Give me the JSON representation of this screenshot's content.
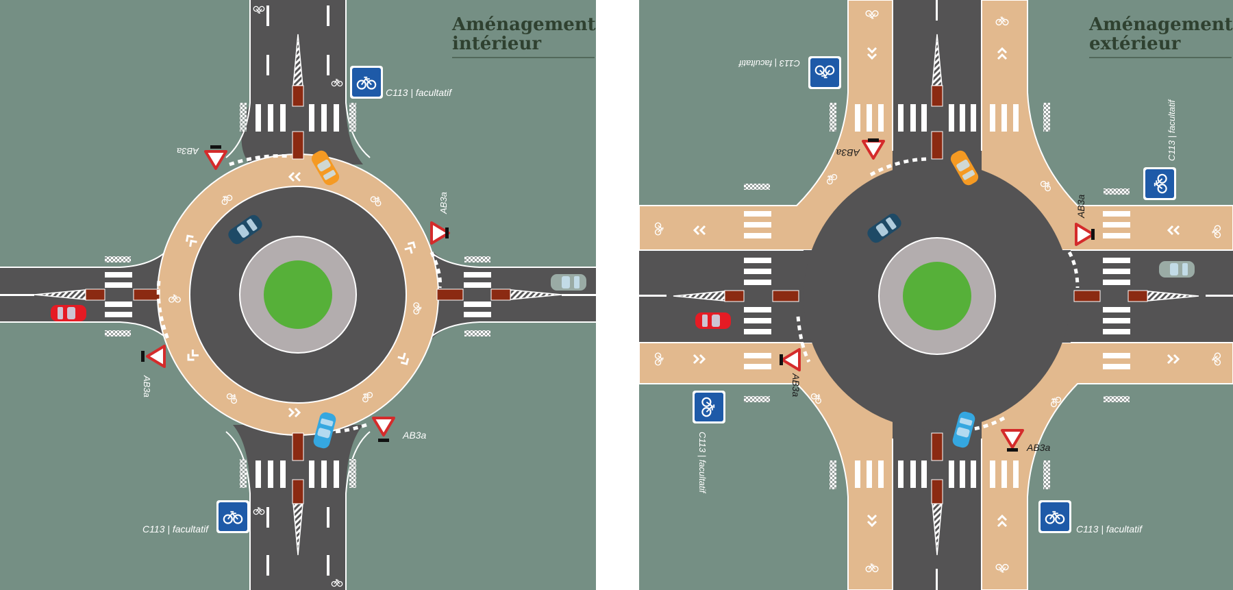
{
  "left": {
    "title_line1": "Aménagement",
    "title_line2": "intérieur",
    "labels": {
      "c113_a": "C113 | facultatif",
      "c113_b": "C113 | facultatif",
      "ab3a_top": "AB3a",
      "ab3a_right": "AB3a",
      "ab3a_left": "AB3a",
      "ab3a_bottom": "AB3a"
    }
  },
  "right": {
    "title_line1": "Aménagement",
    "title_line2": "extérieur",
    "labels": {
      "c113_top": "C113 | facultatif",
      "c113_right": "C113 | facultatif",
      "c113_left": "C113 | facultatif",
      "c113_bottom": "C113 | facultatif",
      "ab3a_top": "AB3a",
      "ab3a_right": "AB3a",
      "ab3a_left": "AB3a",
      "ab3a_bottom": "AB3a"
    }
  },
  "colors": {
    "grass": "#758f84",
    "road": "#545354",
    "cycle_path": "#e2b98e",
    "island": "#56b039",
    "apron": "#b3adae",
    "separator": "#8b2a12",
    "sign_blue": "#1e5aa8",
    "sign_red": "#d42b2b",
    "car_red": "#e51b24",
    "car_orange": "#f59a23",
    "car_navy": "#1e4a66",
    "car_blue": "#35a7e0",
    "car_grey": "#9aaba5"
  },
  "icons": [
    "bicycle-icon",
    "yield-sign-icon",
    "chevron-arrow-icon",
    "car-icon"
  ]
}
